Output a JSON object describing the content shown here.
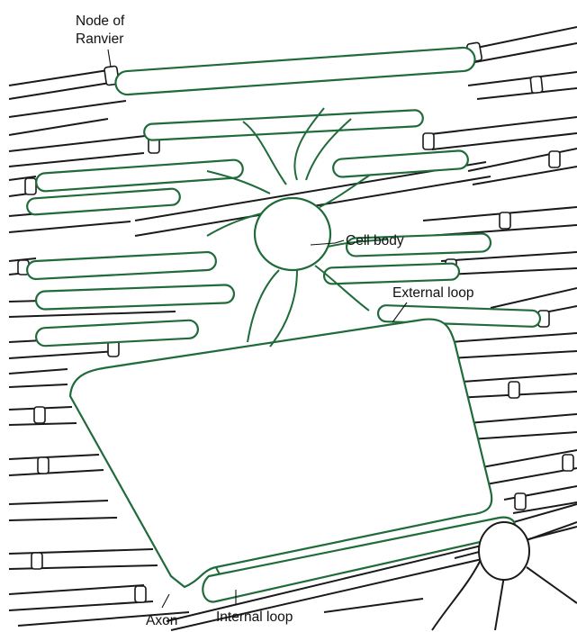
{
  "labels": {
    "node_of_ranvier_line1": "Node of",
    "node_of_ranvier_line2": "Ranvier",
    "cell_body": "Cell body",
    "external_loop": "External loop",
    "axon": "Axon",
    "internal_loop": "Internal loop"
  },
  "colors": {
    "myelin_stroke": "#1f6b3a",
    "axon_stroke": "#1a1a1a",
    "background": "#ffffff"
  }
}
